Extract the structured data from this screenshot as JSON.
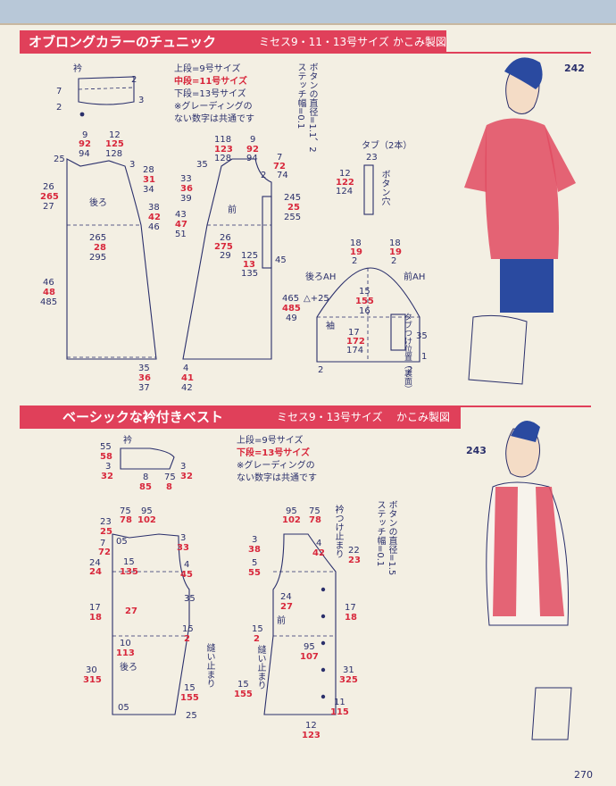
{
  "section1": {
    "title": "オブロングカラーのチュニック",
    "sizes": "ミセス9・11・13号サイズ",
    "credit": "かこみ製図",
    "legend": [
      "上段=9号サイズ",
      "中段=11号サイズ",
      "下段=13号サイズ",
      "※グレーディングの",
      "ない数字は共通です"
    ],
    "button_note": "ボタンの直径=1.1、2",
    "stitch_note": "ステッチ幅=0.1",
    "tab_label": "タブ（2本）",
    "figure_number": "242",
    "labels": {
      "collar": "衿",
      "back": "後ろ",
      "front": "前",
      "sleeve": "袖",
      "back_ah": "後ろAH",
      "front_ah": "前AH",
      "button_hole": "ボタン穴",
      "tab_pos": "タブつけ位置（裏面）"
    },
    "nums": {
      "c7": "7",
      "c2a": "2",
      "c2b": "2",
      "c3": "3",
      "n9": "9",
      "n92": "92",
      "n94": "94",
      "n12": "12",
      "n125": "125",
      "n128": "128",
      "n25": "25",
      "n3": "3",
      "n28": "28",
      "n31": "31",
      "n34": "34",
      "n26": "26",
      "n265": "265",
      "n27": "27",
      "n38": "38",
      "n42": "42",
      "n46": "46",
      "n265b": "265",
      "n28b": "28",
      "n295": "295",
      "n46b": "46",
      "n48": "48",
      "n485": "485",
      "n35": "35",
      "n36": "36",
      "n37": "37",
      "f118": "118",
      "f123": "123",
      "f128": "128",
      "f9": "9",
      "f92": "92",
      "f94": "94",
      "f35": "35",
      "f7": "7",
      "f72": "72",
      "f74": "74",
      "f2": "2",
      "f33": "33",
      "f36": "36",
      "f39": "39",
      "f43": "43",
      "f47": "47",
      "f51": "51",
      "f26": "26",
      "f275": "275",
      "f29": "29",
      "f125": "125",
      "f13": "13",
      "f135": "135",
      "f245": "245",
      "f25": "25",
      "f255": "255",
      "f45": "45",
      "f4": "4",
      "f41": "41",
      "f42": "42",
      "t23": "23",
      "t12": "12",
      "t122": "122",
      "t124": "124",
      "s18": "18",
      "s19": "19",
      "s2": "2",
      "s18b": "18",
      "s19b": "19",
      "s2b": "2",
      "s465": "465",
      "s475": "△+25",
      "s485": "485",
      "s49": "49",
      "s15": "15",
      "s155": "155",
      "s16": "16",
      "s17": "17",
      "s172": "172",
      "s174": "174",
      "s2c": "2",
      "s2d": "2",
      "s35": "35",
      "s1": "1"
    }
  },
  "section2": {
    "title": "ベーシックな衿付きベスト",
    "sizes": "ミセス9・13号サイズ",
    "credit": "かこみ製図",
    "legend": [
      "上段=9号サイズ",
      "下段=13号サイズ",
      "※グレーディングの",
      "ない数字は共通です"
    ],
    "button_note": "ボタンの直径=1.5",
    "stitch_note": "ステッチ幅=0.1",
    "figure_number": "243",
    "labels": {
      "collar": "衿",
      "back": "後ろ",
      "front": "前",
      "collar_end": "衿つけ止まり",
      "side_slit_b": "縫い止まり",
      "side_slit_f": "縫い止まり"
    },
    "nums": {
      "c55": "55",
      "c58": "58",
      "c3": "3",
      "c32": "32",
      "c8": "8",
      "c85": "85",
      "c3b": "3",
      "c32b": "32",
      "c75": "75",
      "c8b": "8",
      "b75": "75",
      "b78": "78",
      "b95": "95",
      "b102": "102",
      "b23": "23",
      "b25": "25",
      "b05": "05",
      "b3": "3",
      "b33": "33",
      "b7": "7",
      "b72": "72",
      "b24": "24",
      "b24b": "24",
      "b15": "15",
      "b135": "135",
      "b4": "4",
      "b45": "45",
      "b17": "17",
      "b18": "18",
      "b27": "27",
      "b35": "35",
      "b10": "10",
      "b113": "113",
      "b15b": "15",
      "b2": "2",
      "b30": "30",
      "b315": "315",
      "b15c": "15",
      "b155": "155",
      "b05b": "05",
      "b25b": "25",
      "f95": "95",
      "f102": "102",
      "f75": "75",
      "f78": "78",
      "f3": "3",
      "f38": "38",
      "f4": "4",
      "f42": "42",
      "f22": "22",
      "f23": "23",
      "f5": "5",
      "f55": "55",
      "f24": "24",
      "f27": "27",
      "f17": "17",
      "f18": "18",
      "f15": "15",
      "f2": "2",
      "f95b": "95",
      "f107": "107",
      "f15b": "15",
      "f155": "155",
      "f31": "31",
      "f325": "325",
      "f11": "11",
      "f115": "115",
      "f12": "12",
      "f123": "123"
    }
  },
  "page_number": "270"
}
